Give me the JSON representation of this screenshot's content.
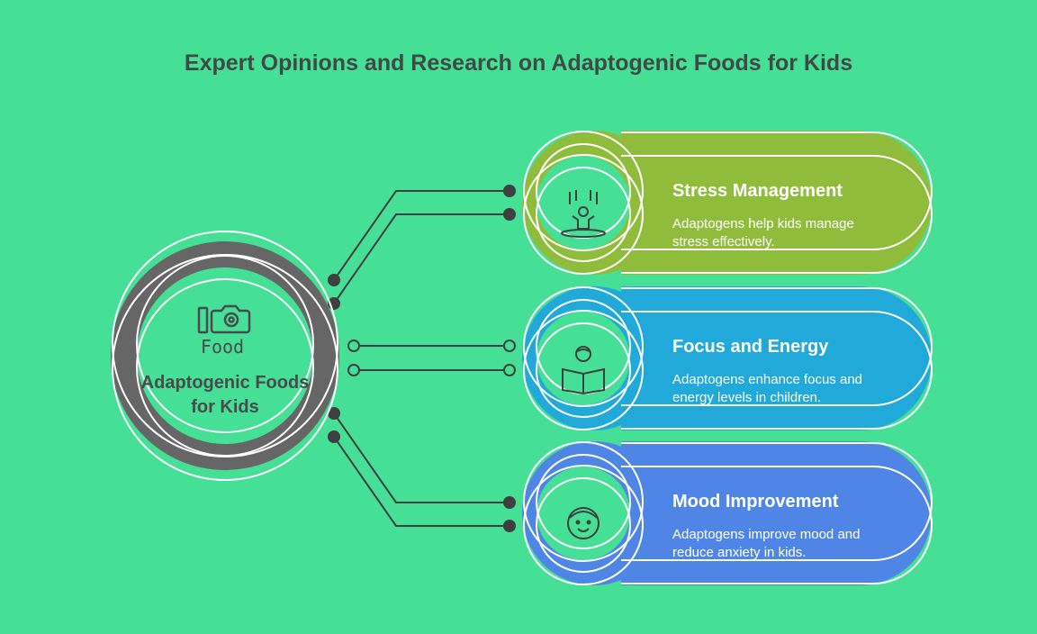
{
  "title": "Expert Opinions and Research on Adaptogenic Foods for Kids",
  "center": {
    "icon_label": "Food",
    "label": "Adaptogenic Foods for Kids"
  },
  "items": [
    {
      "title": "Stress Management",
      "description": "Adaptogens help kids manage stress effectively.",
      "color": "#8FBC3A",
      "icon": "child-on-swing-icon"
    },
    {
      "title": "Focus and Energy",
      "description": "Adaptogens enhance focus and energy levels in children.",
      "color": "#21A9D9",
      "icon": "child-reading-book-icon"
    },
    {
      "title": "Mood Improvement",
      "description": "Adaptogens improve mood and reduce anxiety in kids.",
      "color": "#4F86E6",
      "icon": "smiling-face-icon"
    }
  ],
  "colors": {
    "background": "#45E096",
    "center": "#666666",
    "connector": "#3f3f3f"
  }
}
